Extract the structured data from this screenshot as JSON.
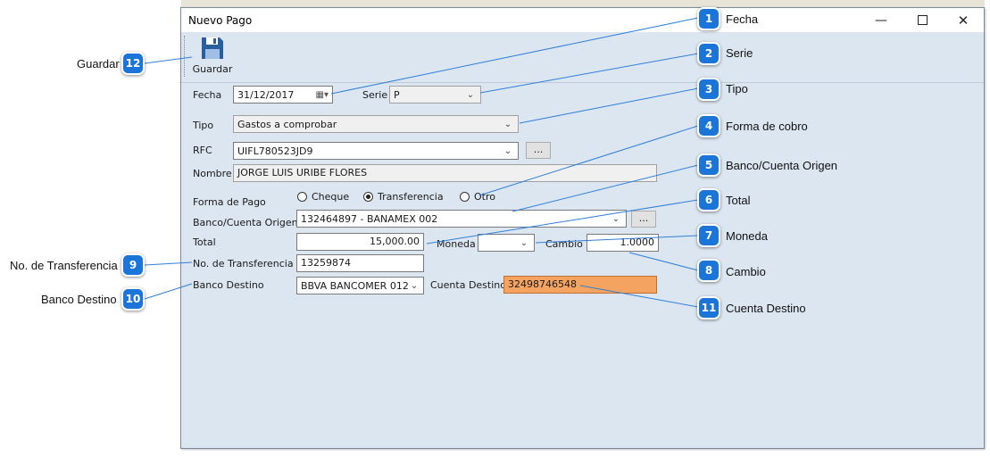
{
  "window": {
    "title": "Nuevo Pago",
    "minimize_icon": "minimize-icon",
    "maximize_icon": "maximize-icon",
    "close_icon": "close-icon"
  },
  "toolbar": {
    "save_label": "Guardar",
    "save_icon": "floppy-disk-icon"
  },
  "form": {
    "fecha_label": "Fecha",
    "fecha_value": "31/12/2017",
    "serie_label": "Serie",
    "serie_value": "P",
    "tipo_label": "Tipo",
    "tipo_value": "Gastos a comprobar",
    "rfc_label": "RFC",
    "rfc_value": "UIFL780523JD9",
    "rfc_browse": "...",
    "nombre_label": "Nombre",
    "nombre_value": "JORGE LUIS URIBE FLORES",
    "forma_label": "Forma de Pago",
    "forma_options": [
      "Cheque",
      "Transferencia",
      "Otro"
    ],
    "forma_selected": "Transferencia",
    "banco_origen_label": "Banco/Cuenta Origen",
    "banco_origen_value": "132464897 - BANAMEX  002",
    "banco_origen_browse": "...",
    "total_label": "Total",
    "total_value": "15,000.00",
    "moneda_label": "Moneda",
    "moneda_value": "",
    "cambio_label": "Cambio",
    "cambio_value": "1.0000",
    "transferencia_label": "No. de Transferencia",
    "transferencia_value": "13259874",
    "banco_destino_label": "Banco Destino",
    "banco_destino_value": "BBVA BANCOMER  012",
    "cuenta_destino_label": "Cuenta Destino",
    "cuenta_destino_value": "32498746548"
  },
  "callouts": [
    {
      "n": "1",
      "text": "Fecha"
    },
    {
      "n": "2",
      "text": "Serie"
    },
    {
      "n": "3",
      "text": "Tipo"
    },
    {
      "n": "4",
      "text": "Forma de cobro"
    },
    {
      "n": "5",
      "text": "Banco/Cuenta Origen"
    },
    {
      "n": "6",
      "text": "Total"
    },
    {
      "n": "7",
      "text": "Moneda"
    },
    {
      "n": "8",
      "text": "Cambio"
    },
    {
      "n": "9",
      "text": "No. de Transferencia"
    },
    {
      "n": "10",
      "text": "Banco Destino"
    },
    {
      "n": "11",
      "text": "Cuenta Destino"
    },
    {
      "n": "12",
      "text": "Guardar"
    }
  ],
  "colors": {
    "badge": "#1b75d9",
    "window_bg": "#dce6f1",
    "highlight_field": "#f4a460",
    "leader_line": "#2f7fd8"
  }
}
